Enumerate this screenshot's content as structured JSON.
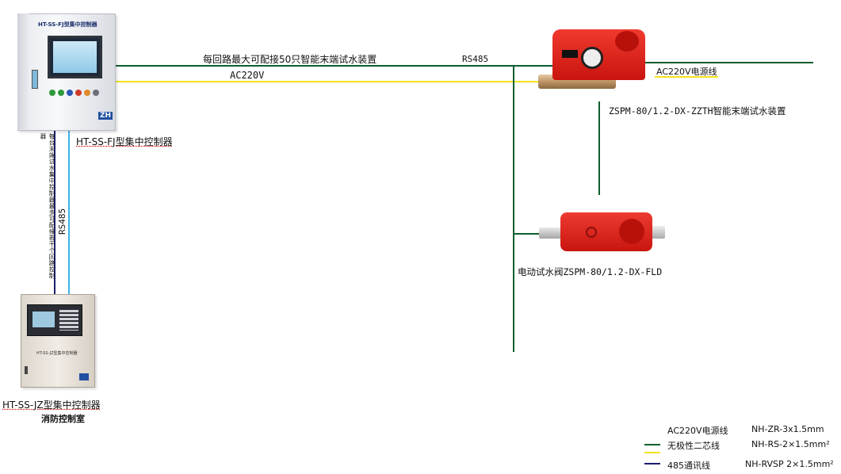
{
  "colors": {
    "green": "#0d5e2f",
    "yellow": "#f3e21b",
    "navy": "#1b1f6b",
    "cyan": "#3db2e6",
    "device_red": "#d8201a"
  },
  "diagram": {
    "top_line_label": "每回路最大可配接50只智能末端试水装置",
    "rs485_top": "RS485",
    "ac220v_top": "AC220V",
    "controller1_label": "HT-SS-FJ型集中控制器",
    "controller1_panel_title": "HT-SS-FJ型集中控制器",
    "controller1_logo": "ZH",
    "vertical_note": "每台末端试水集中控制器最多可配接若干个回路控制器",
    "rs485_left": "RS485",
    "controller2_label": "HT-SS-JZ型集中控制器",
    "controller2_panel_title": "HT-SS-JZ型集中控制器",
    "controller2_sub": "消防控制室",
    "device1_label": "ZSPM-80/1.2-DX-ZZTH智能末端试水装置",
    "device1_power": "AC220V电源线",
    "device2_label": "电动试水阀ZSPM-80/1.2-DX-FLD"
  },
  "legend": {
    "items": [
      {
        "label": "AC220V电源线",
        "spec": "NH-ZR-3x1.5mm"
      },
      {
        "label": "无极性二芯线",
        "spec": "NH-RS-2×1.5mm²"
      },
      {
        "label": "485通讯线",
        "spec": "NH-RVSP 2×1.5mm²"
      }
    ]
  }
}
